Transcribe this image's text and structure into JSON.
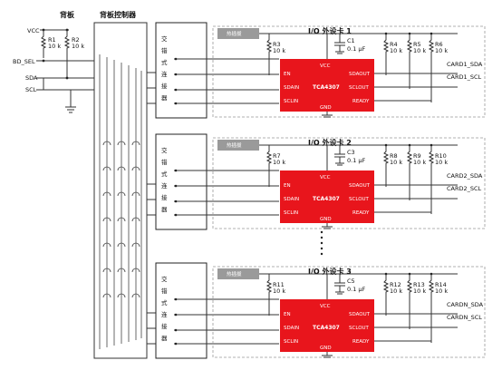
{
  "headers": {
    "backplane": "背板",
    "controller": "背板控制器"
  },
  "signals": {
    "vcc": "VCC",
    "bd_sel": "BD_SEL",
    "sda": "SDA",
    "scl": "SCL"
  },
  "backplane_resistors": [
    {
      "name": "R1",
      "value": "10 k"
    },
    {
      "name": "R2",
      "value": "10 k"
    }
  ],
  "connector_chars": [
    "交",
    "错",
    "式",
    "连",
    "接",
    "器"
  ],
  "pins": {
    "vcc": "VCC",
    "en": "EN",
    "sdain": "SDAIN",
    "sclin": "SCLIN",
    "gnd": "GND",
    "sdaout": "SDAOUT",
    "sclout": "SCLOUT",
    "ready": "READY"
  },
  "chip_name": "TCA4307",
  "cards": [
    {
      "title": "I/O 外设卡 1",
      "heatsink": "热插拔",
      "r_en": {
        "name": "R3",
        "value": "10 k"
      },
      "cap": {
        "name": "C1",
        "value": "0.1 µF"
      },
      "r_out": [
        {
          "name": "R4",
          "value": "10 k"
        },
        {
          "name": "R5",
          "value": "10 k"
        },
        {
          "name": "R6",
          "value": "10 k"
        }
      ],
      "out_sda": "CARD1_SDA",
      "out_scl": "CARD1_SCL"
    },
    {
      "title": "I/O 外设卡 2",
      "heatsink": "热插拔",
      "r_en": {
        "name": "R7",
        "value": "10 k"
      },
      "cap": {
        "name": "C3",
        "value": "0.1 µF"
      },
      "r_out": [
        {
          "name": "R8",
          "value": "10 k"
        },
        {
          "name": "R9",
          "value": "10 k"
        },
        {
          "name": "R10",
          "value": "10 k"
        }
      ],
      "out_sda": "CARD2_SDA",
      "out_scl": "CARD2_SCL"
    },
    {
      "title": "I/O 外设卡 3",
      "heatsink": "热插拔",
      "r_en": {
        "name": "R11",
        "value": "10 k"
      },
      "cap": {
        "name": "C5",
        "value": "0.1 µF"
      },
      "r_out": [
        {
          "name": "R12",
          "value": "10 k"
        },
        {
          "name": "R13",
          "value": "10 k"
        },
        {
          "name": "R14",
          "value": "10 k"
        }
      ],
      "out_sda": "CARDN_SDA",
      "out_scl": "CARDN_SCL"
    }
  ]
}
